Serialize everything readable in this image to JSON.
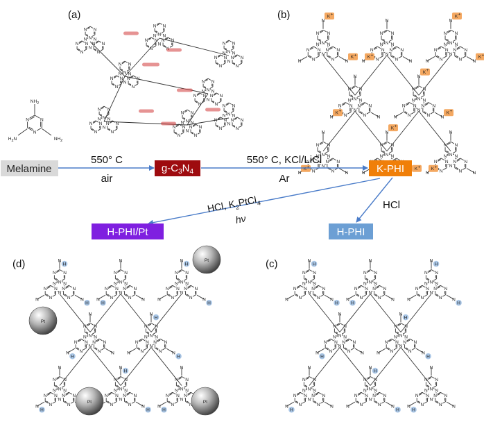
{
  "panels": {
    "a": "(a)",
    "b": "(b)",
    "c": "(c)",
    "d": "(d)"
  },
  "nodes": {
    "melamine": "Melamine",
    "gcn_main": "g-C",
    "gcn_sub1": "3",
    "gcn_mid": "N",
    "gcn_sub2": "4",
    "kphi": "K-PHI",
    "hphi": "H-PHI",
    "hphipt": "H-PHI/Pt"
  },
  "arrows": {
    "step1_top": "550° C",
    "step1_bottom": "air",
    "step2_top": "550° C, KCl/LiCl",
    "step2_bottom": "Ar",
    "step3_label": "HCl",
    "step4_top_a": "HCl, K",
    "step4_top_sub": "2",
    "step4_top_b": "PtCl",
    "step4_top_sub2": "4",
    "step4_bottom": "hν"
  },
  "atoms": {
    "n": "N",
    "h": "H",
    "nh2": "NH",
    "nh2_sub": "2",
    "h2n": "H",
    "h2n_sub": "2",
    "h2n_n": "N",
    "k": "K",
    "k_sup": "+",
    "pt": "Pt"
  },
  "colors": {
    "melamine_box": "#d9d9d9",
    "gcn_box": "#9e0b0f",
    "kphi_box": "#f07f09",
    "hphi_box": "#6c9fd4",
    "hphipt_box": "#7f1fe0",
    "arrow": "#4a7cc9",
    "k_badge": "#f4a861",
    "h_badge": "#a9c6e6",
    "hbond": "#d23a3a"
  }
}
